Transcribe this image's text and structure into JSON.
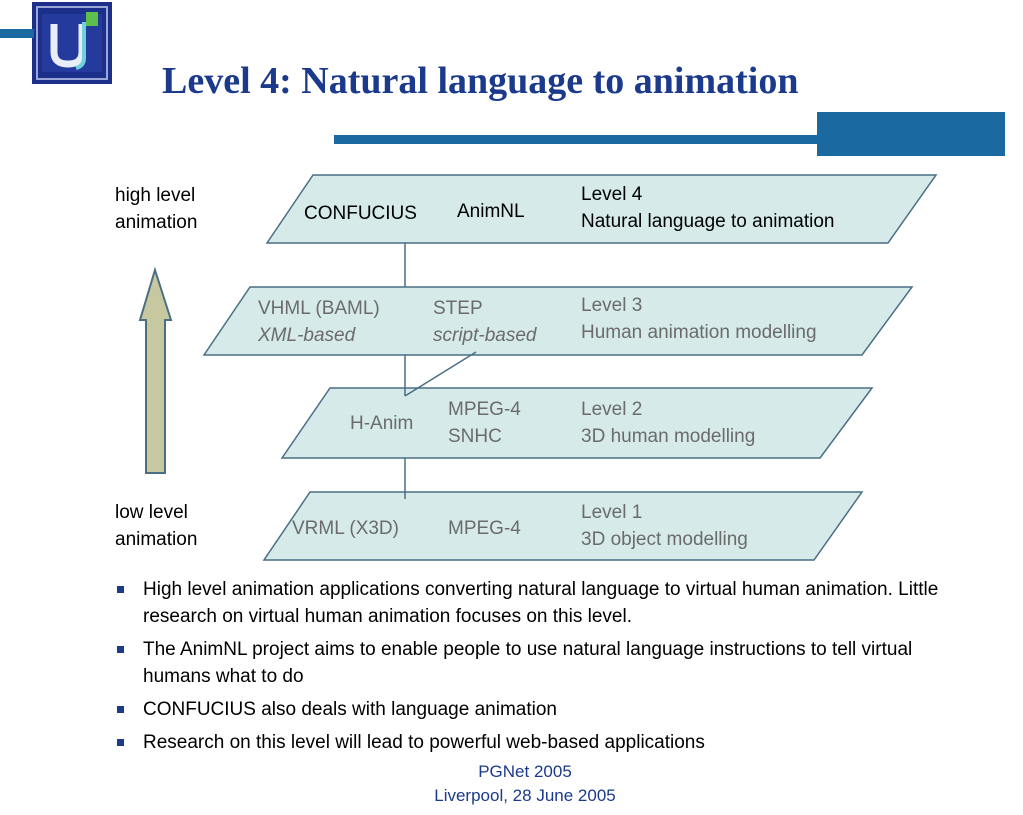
{
  "slide": {
    "title": "Level 4: Natural language to animation"
  },
  "axis": {
    "high_label": [
      "high level",
      "animation"
    ],
    "low_label": [
      "low level",
      "animation"
    ]
  },
  "levels": [
    {
      "items": [
        "CONFUCIUS",
        "AnimNL"
      ],
      "name": "Level 4",
      "desc": "Natural language to animation"
    },
    {
      "items": [
        "VHML (BAML)",
        "XML-based",
        "STEP",
        "script-based"
      ],
      "name": "Level 3",
      "desc": "Human animation modelling"
    },
    {
      "items": [
        "H-Anim",
        "MPEG-4",
        "SNHC"
      ],
      "name": "Level 2",
      "desc": "3D human modelling"
    },
    {
      "items": [
        "VRML (X3D)",
        "MPEG-4"
      ],
      "name": "Level 1",
      "desc": "3D object modelling"
    }
  ],
  "bullets": [
    "High level animation applications converting natural language to virtual human animation. Little research on virtual human animation focuses on this level.",
    "The AnimNL project aims to enable people to use natural language instructions to tell virtual humans what to do",
    "CONFUCIUS also deals with language animation",
    "Research on this level will lead to powerful web-based applications"
  ],
  "footer": {
    "line1": "PGNet 2005",
    "line2": "Liverpool, 28 June 2005"
  },
  "colors": {
    "title": "#1b3a8c",
    "accent_bar": "#1a6aa0",
    "plane_fill": "#d6eaea",
    "arrow_fill": "#c8c8a0",
    "text_gray": "#6b6b6b"
  }
}
